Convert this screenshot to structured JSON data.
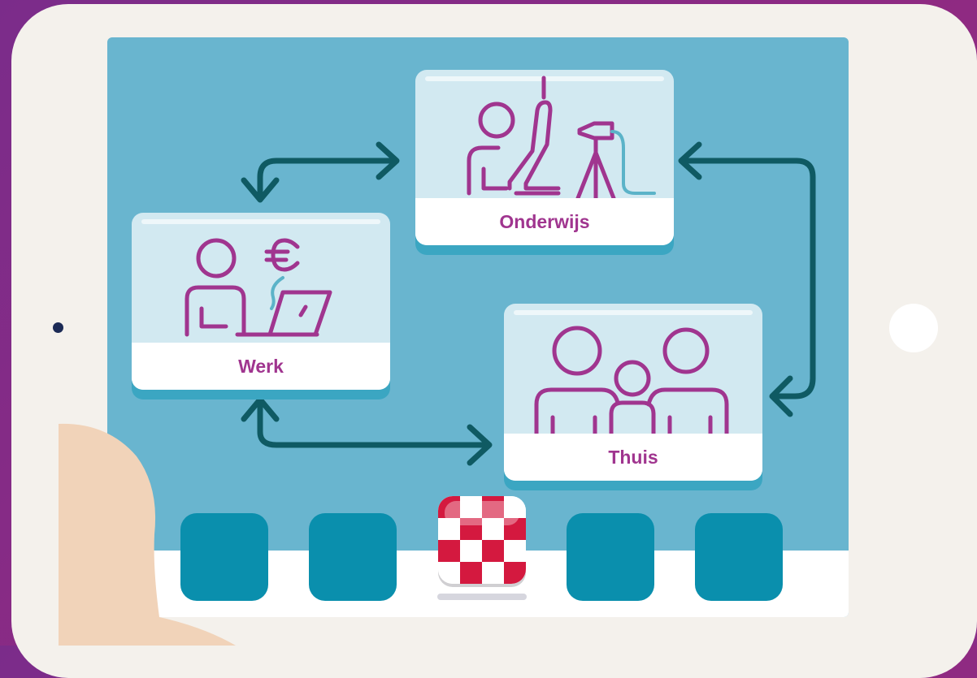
{
  "scene": {
    "cards": [
      {
        "id": "onderwijs",
        "label": "Onderwijs",
        "illustration": "student-raising-hand-with-camera-icon"
      },
      {
        "id": "werk",
        "label": "Werk",
        "illustration": "person-at-laptop-with-euro-icon"
      },
      {
        "id": "thuis",
        "label": "Thuis",
        "illustration": "family-icon"
      }
    ],
    "dock": {
      "apps": [
        "app-icon",
        "app-icon",
        "checker-app-icon",
        "app-icon",
        "app-icon"
      ]
    }
  },
  "colors": {
    "background": "#8a2c86",
    "tablet": "#f4f1ec",
    "screen": "#69b5cf",
    "card": "#d2e9f1",
    "label": "#a0358f",
    "arrow": "#0f5a63",
    "app": "#0a8fad",
    "checker_red": "#d4193f",
    "hand": "#f1d3b9"
  }
}
